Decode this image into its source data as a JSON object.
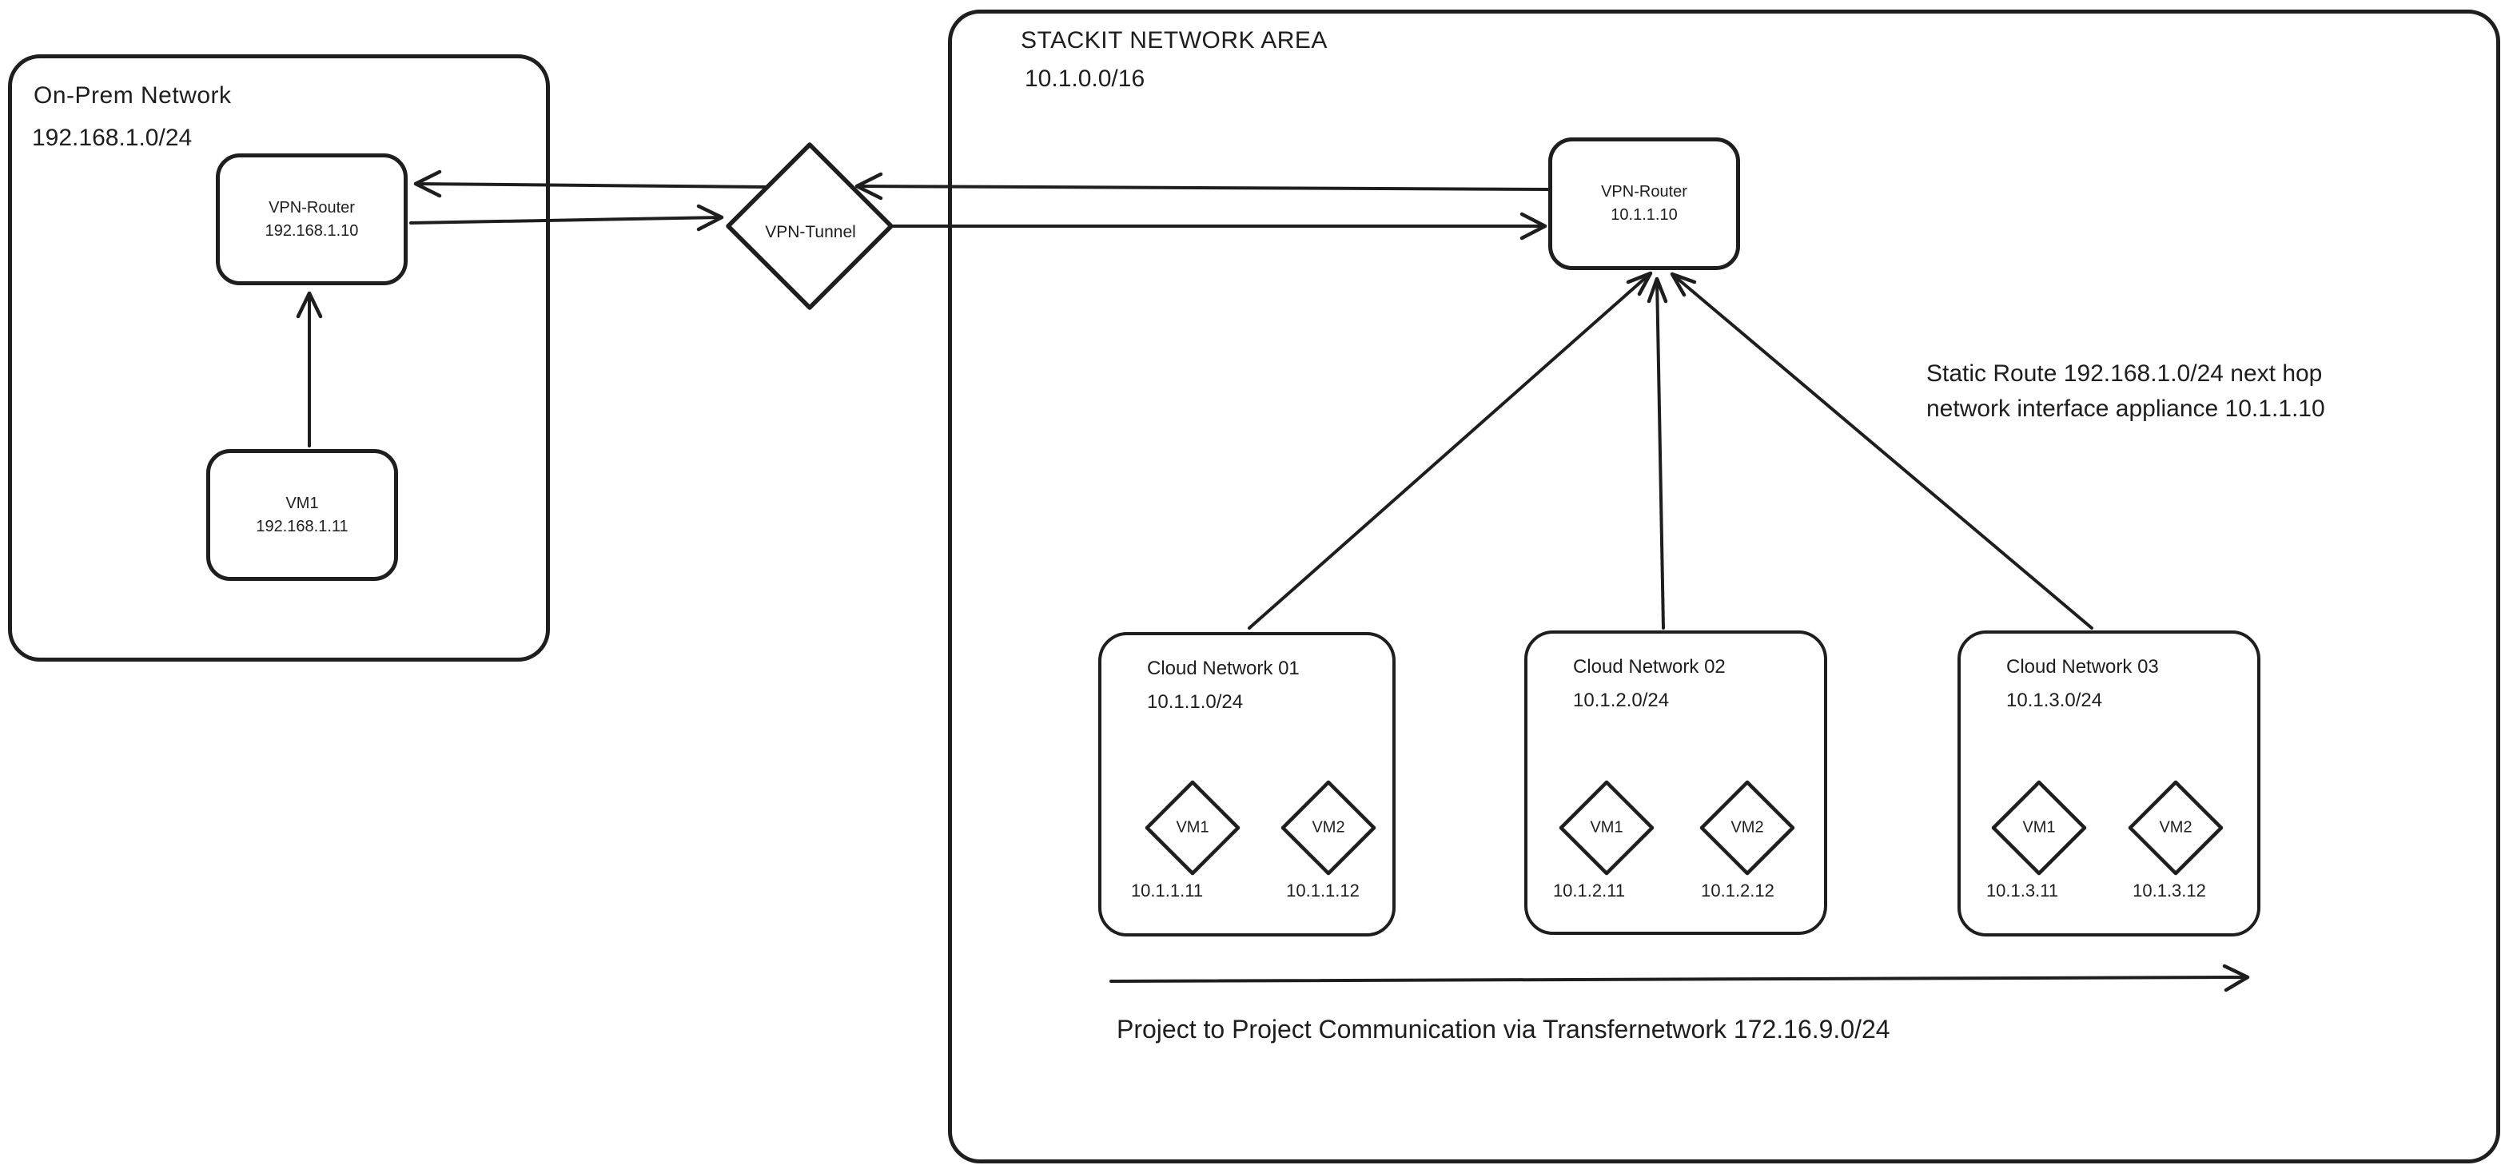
{
  "colors": {
    "stroke": "#1e1e1e",
    "background": "#ffffff"
  },
  "onprem": {
    "title": "On-Prem Network",
    "subnet": "192.168.1.0/24",
    "router": {
      "name": "VPN-Router",
      "ip": "192.168.1.10"
    },
    "vm": {
      "name": "VM1",
      "ip": "192.168.1.11"
    }
  },
  "tunnel": {
    "label": "VPN-Tunnel"
  },
  "stackit": {
    "title": "STACKIT NETWORK AREA",
    "subnet": "10.1.0.0/16",
    "router": {
      "name": "VPN-Router",
      "ip": "10.1.1.10"
    },
    "static_route_note": {
      "line1": "Static Route 192.168.1.0/24 next hop",
      "line2": "network interface appliance 10.1.1.10"
    },
    "clouds": [
      {
        "title": "Cloud Network 01",
        "subnet": "10.1.1.0/24",
        "vms": [
          {
            "name": "VM1",
            "ip": "10.1.1.11"
          },
          {
            "name": "VM2",
            "ip": "10.1.1.12"
          }
        ]
      },
      {
        "title": "Cloud Network 02",
        "subnet": "10.1.2.0/24",
        "vms": [
          {
            "name": "VM1",
            "ip": "10.1.2.11"
          },
          {
            "name": "VM2",
            "ip": "10.1.2.12"
          }
        ]
      },
      {
        "title": "Cloud Network 03",
        "subnet": "10.1.3.0/24",
        "vms": [
          {
            "name": "VM1",
            "ip": "10.1.3.11"
          },
          {
            "name": "VM2",
            "ip": "10.1.3.12"
          }
        ]
      }
    ],
    "transfer_note": "Project to Project Communication via Transfernetwork 172.16.9.0/24"
  }
}
